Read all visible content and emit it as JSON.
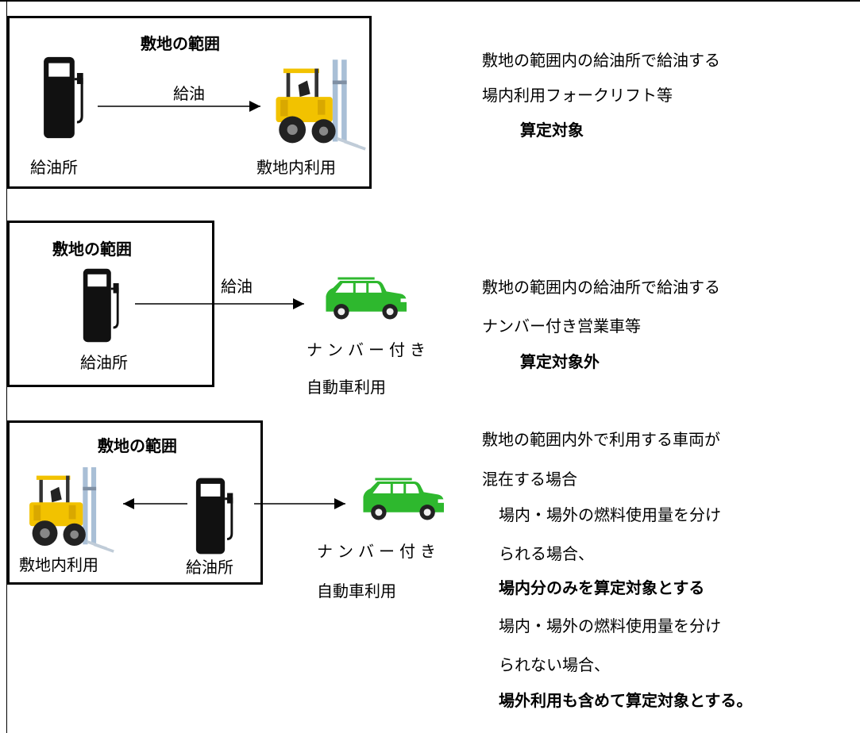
{
  "scenarios": [
    {
      "box_title": "敷地の範囲",
      "arrow_label": "給油",
      "pump_label": "給油所",
      "vehicle_label": "敷地内利用",
      "desc_lines": [
        "敷地の範囲内の給油所で給油する",
        "場内利用フォークリフト等"
      ],
      "verdict": "算定対象"
    },
    {
      "box_title": "敷地の範囲",
      "arrow_label": "給油",
      "pump_label": "給油所",
      "vehicle_label_line1": "ナンバー付き",
      "vehicle_label_line2": "自動車利用",
      "desc_lines": [
        "敷地の範囲内の給油所で給油する",
        "ナンバー付き営業車等"
      ],
      "verdict": "算定対象外"
    },
    {
      "box_title": "敷地の範囲",
      "forklift_label": "敷地内利用",
      "pump_label": "給油所",
      "car_label_line1": "ナンバー付き",
      "car_label_line2": "自動車利用",
      "desc_lines": [
        "敷地の範囲内外で利用する車両が",
        "混在する場合"
      ],
      "case1_lines": [
        "場内・場外の燃料使用量を分け",
        "られる場合、"
      ],
      "case1_verdict": "場内分のみを算定対象とする",
      "case2_lines": [
        "場内・場外の燃料使用量を分け",
        "られない場合、"
      ],
      "case2_verdict": "場外利用も含めて算定対象とする。"
    }
  ],
  "colors": {
    "car_body": "#2eb82e",
    "forklift_body": "#f2c200",
    "mast": "#a9bfd6",
    "pump": "#111111"
  },
  "icons": [
    "fuel-pump-icon",
    "forklift-icon",
    "car-icon",
    "arrow-right-icon",
    "arrow-left-icon"
  ]
}
